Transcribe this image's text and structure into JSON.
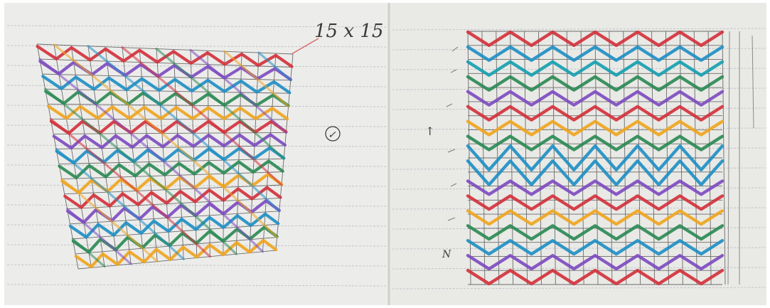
{
  "photo": {
    "background": "#ffffff",
    "paper_color": "#ebebe6",
    "rule_line_color": "#b9bdc4",
    "pencil_color": "#4a4a4a"
  },
  "left_page": {
    "annotation": "15 x 15",
    "check_mark": "✓",
    "thread_colors": [
      "#d2323c",
      "#7e4cc0",
      "#1f8fc4",
      "#2b8a55",
      "#efa520"
    ]
  },
  "right_page": {
    "margin_tally": "N",
    "margin_arrow": "↑",
    "row_color_order": [
      "red",
      "blue",
      "teal",
      "green",
      "purple",
      "red",
      "orange",
      "green",
      "blue",
      "blue",
      "purple",
      "red",
      "orange",
      "green",
      "blue",
      "purple",
      "red"
    ]
  },
  "palette": {
    "red": "#d2323c",
    "blue": "#1f8fc4",
    "teal": "#16a0b0",
    "green": "#2b8a55",
    "purple": "#7e4cc0",
    "orange": "#efa520"
  }
}
